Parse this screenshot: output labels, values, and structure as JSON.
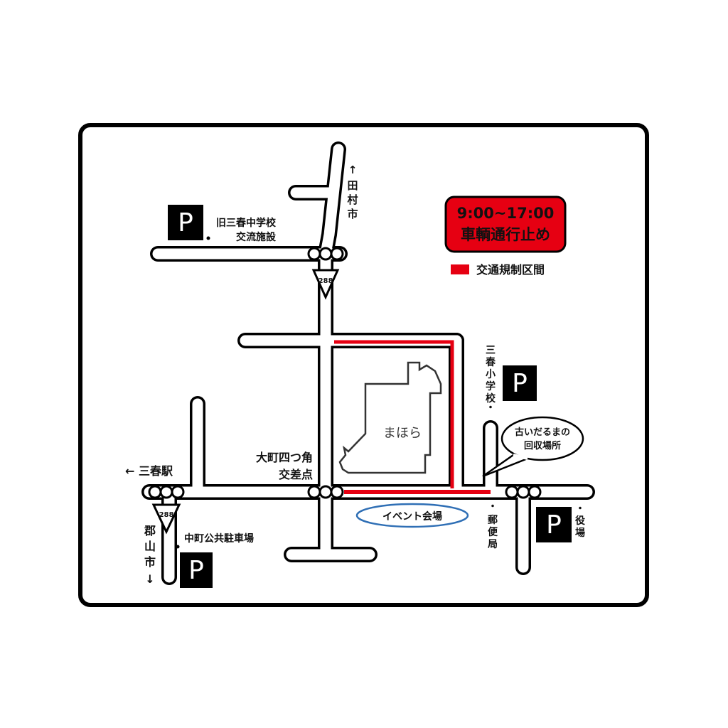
{
  "notice": {
    "time": "9:00~17:00",
    "text": "車輌通行止め",
    "bg_color": "#e60012"
  },
  "legend": {
    "label": "交通規制区間",
    "color": "#e60012"
  },
  "directions": {
    "tamura": [
      "↑",
      "田",
      "村",
      "市"
    ],
    "miharu_station": "← 三春駅",
    "koriyama": [
      "郡",
      "山",
      "市",
      "↓"
    ]
  },
  "route_number": "288",
  "parking": {
    "symbol": "P",
    "old_school_label_1": "旧三春中学校",
    "old_school_label_2": "交流施設",
    "elementary_label": [
      "三",
      "春",
      "小",
      "学",
      "校",
      "・"
    ],
    "nakamachi_label": "中町公共駐車場",
    "yakuba_label": [
      "・",
      "役",
      "場"
    ]
  },
  "landmarks": {
    "mahora": "まほら",
    "intersection_line1": "大町四つ角",
    "intersection_line2": "交差点",
    "event_venue": "イベント会場",
    "post_office": [
      "・",
      "郵",
      "便",
      "局"
    ],
    "daruma_line1": "古いだるまの",
    "daruma_line2": "回収場所"
  }
}
